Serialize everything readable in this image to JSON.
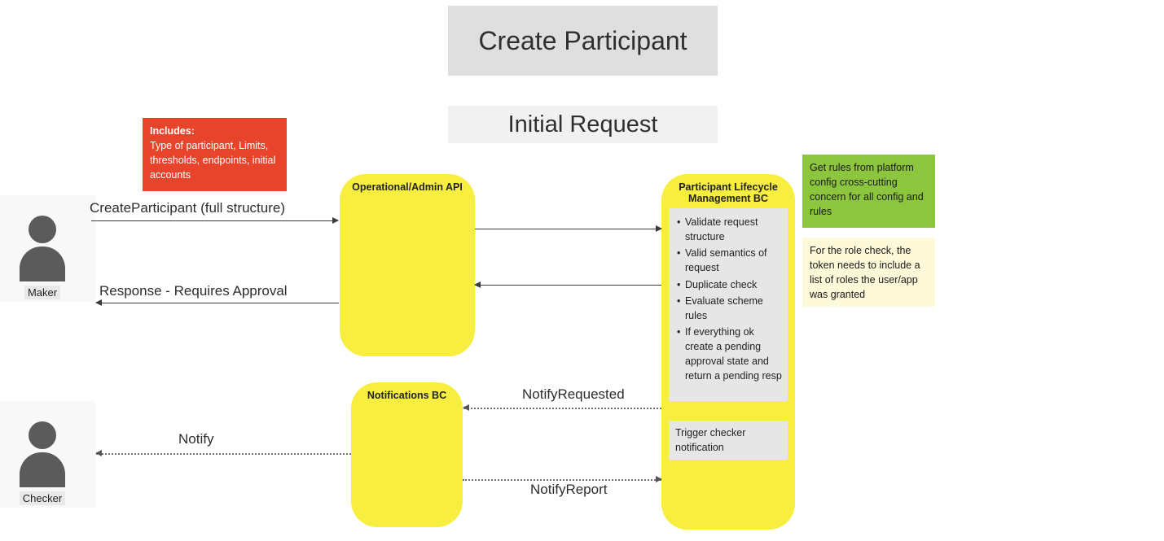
{
  "diagram": {
    "title": "Create Participant",
    "subtitle": "Initial Request"
  },
  "actors": {
    "maker": {
      "label": "Maker"
    },
    "checker": {
      "label": "Checker"
    }
  },
  "components": {
    "admin_api": {
      "label": "Operational/Admin API"
    },
    "plm_bc": {
      "label": "Participant Lifecycle Management BC",
      "steps": [
        "Validate request structure",
        "Valid semantics of request",
        "Duplicate check",
        "Evaluate scheme rules",
        "If everything ok create a pending approval state and return a pending resp"
      ],
      "trigger_note": "Trigger checker notification"
    },
    "notifications_bc": {
      "label": "Notifications BC"
    }
  },
  "notes": {
    "includes": {
      "heading": "Includes:",
      "body": "Type of participant, Limits, thresholds, endpoints, initial accounts"
    },
    "platform_config": "Get rules from platform config cross-cutting concern for all config and rules",
    "role_check": "For the role check, the token needs to include a list of roles the user/app was granted"
  },
  "messages": {
    "create_participant": "CreateParticipant (full structure)",
    "response_requires_approval": "Response - Requires Approval",
    "notify_requested": "NotifyRequested",
    "notify": "Notify",
    "notify_report": "NotifyReport"
  },
  "colors": {
    "component_yellow": "#F8EE40",
    "note_red": "#E8442B",
    "note_green": "#8CC63F",
    "note_light_yellow": "#FDF9D9",
    "inner_panel_grey": "#E6E6E6",
    "title_banner_grey": "#DFDFDF",
    "subtitle_banner_grey": "#F1F1F1",
    "actor_grey": "#5B5B5B"
  }
}
